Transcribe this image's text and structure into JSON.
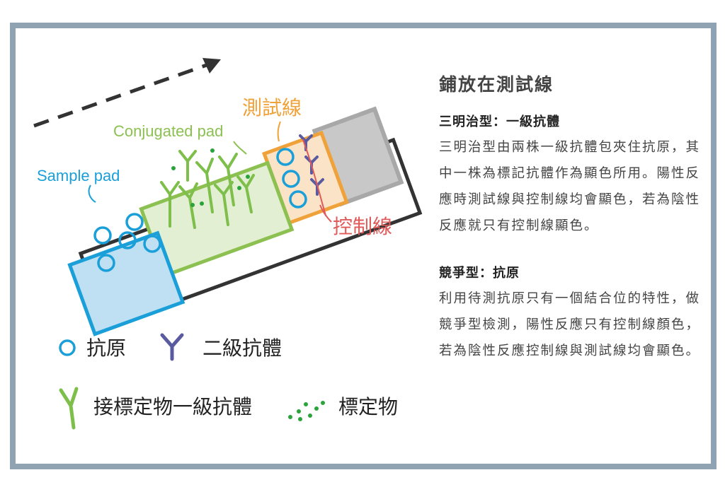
{
  "diagram": {
    "flow_arrow": "dashed-arrow-right-up",
    "labels": {
      "conjugated_pad": "Conjugated pad",
      "sample_pad": "Sample pad",
      "test_line": "測試線",
      "control_line": "控制線"
    },
    "legend": {
      "antigen": "抗原",
      "secondary_antibody": "二級抗體",
      "labeled_primary_antibody": "接標定物一級抗體",
      "marker": "標定物"
    },
    "colors": {
      "sample_pad": "#1a9fd9",
      "sample_pad_fill": "#bfe0f2",
      "conjugated_pad": "#8cc152",
      "conjugated_fill": "#e3efd3",
      "test_line": "#f0a23a",
      "test_fill": "#fbe3c8",
      "control_line": "#e05a5a",
      "secondary_antibody": "#5a5aa0",
      "primary_antibody": "#7dbf4a",
      "marker": "#2aa43a",
      "absorbent_pad": "#c8c8c8",
      "arrow": "#333333"
    }
  },
  "panel": {
    "title": "鋪放在測試線",
    "sandwich": {
      "title": "三明治型：一級抗體",
      "body": "三明治型由兩株一級抗體包夾住抗原，其中一株為標記抗體作為顯色所用。陽性反應時測試線與控制線均會顯色，若為陰性反應就只有控制線顯色。"
    },
    "competitive": {
      "title": "競爭型：抗原",
      "body": "利用待測抗原只有一個結合位的特性，做競爭型檢測，陽性反應只有控制線顏色，若為陰性反應控制線與測試線均會顯色。"
    }
  }
}
